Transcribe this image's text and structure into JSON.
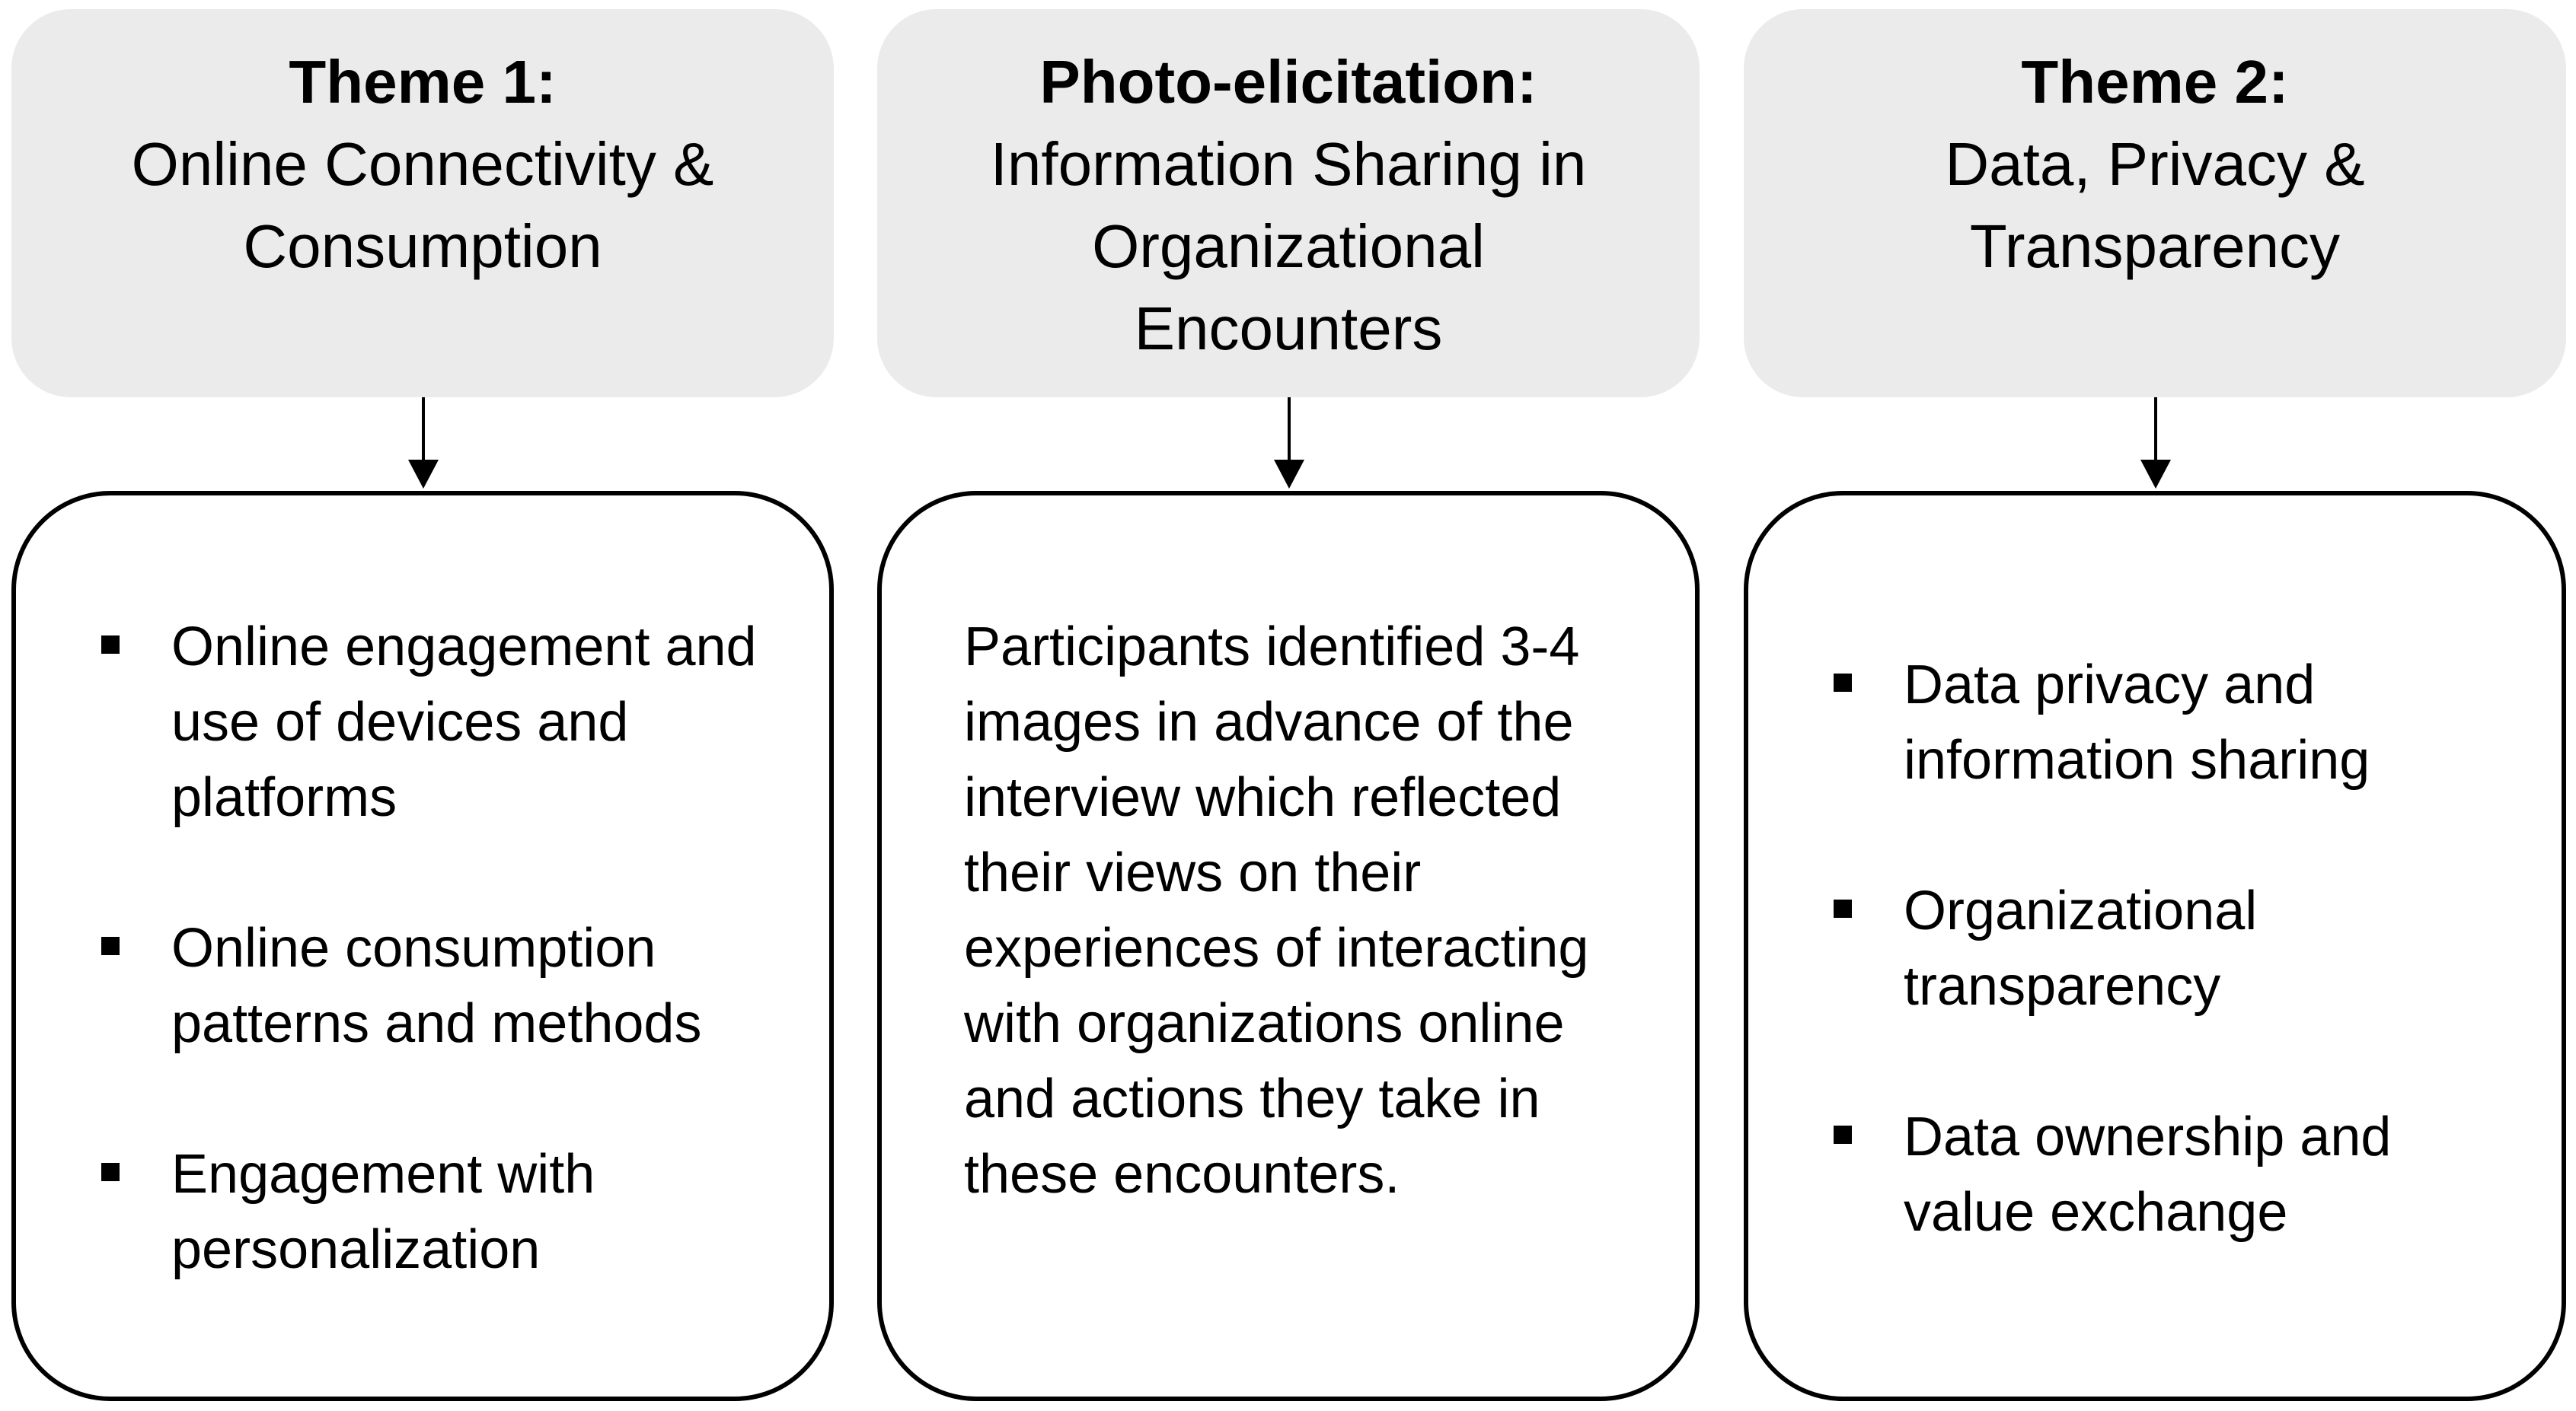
{
  "columns": [
    {
      "header": {
        "title": "Theme 1:",
        "subtitle": "Online Connectivity &\nConsumption"
      },
      "bullets": [
        "Online engagement and use of devices and platforms",
        "Online consumption patterns and methods",
        "Engagement with personalization"
      ]
    },
    {
      "header": {
        "title": "Photo-elicitation:",
        "subtitle": "Information Sharing in\nOrganizational\nEncounters"
      },
      "paragraph": "Participants identified 3-4 images in advance of the interview which reflected their views on their experiences of interacting with organizations online and actions they take in these encounters."
    },
    {
      "header": {
        "title": "Theme 2:",
        "subtitle": "Data, Privacy &\nTransparency"
      },
      "bullets": [
        "Data privacy and information sharing",
        "Organizational transparency",
        "Data ownership and value exchange"
      ]
    }
  ],
  "colors": {
    "header_fill": "#ebebeb",
    "border": "#000000",
    "text": "#000000"
  }
}
